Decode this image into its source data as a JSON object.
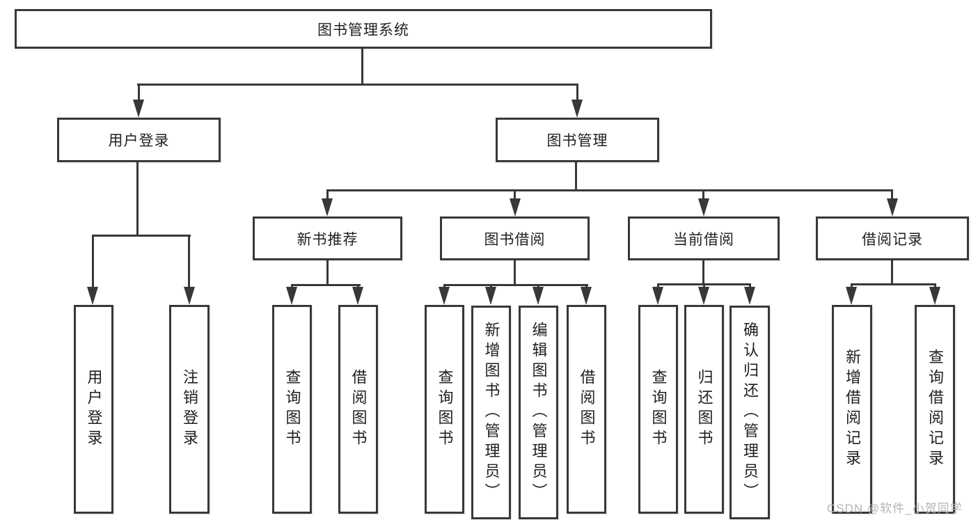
{
  "tree": {
    "root": {
      "label": "图书管理系统"
    },
    "branches": [
      {
        "label": "用户登录",
        "children": [
          {
            "label": "用户登录"
          },
          {
            "label": "注销登录"
          }
        ]
      },
      {
        "label": "图书管理",
        "children": [
          {
            "label": "新书推荐",
            "children": [
              {
                "label": "查询图书"
              },
              {
                "label": "借阅图书"
              }
            ]
          },
          {
            "label": "图书借阅",
            "children": [
              {
                "label": "查询图书"
              },
              {
                "label": "新增图书（管理员）"
              },
              {
                "label": "编辑图书（管理员）"
              },
              {
                "label": "借阅图书"
              }
            ]
          },
          {
            "label": "当前借阅",
            "children": [
              {
                "label": "查询图书"
              },
              {
                "label": "归还图书"
              },
              {
                "label": "确认归还（管理员）"
              }
            ]
          },
          {
            "label": "借阅记录",
            "children": [
              {
                "label": "新增借阅记录"
              },
              {
                "label": "查询借阅记录"
              }
            ]
          }
        ]
      }
    ]
  },
  "watermark": "CSDN @软件_小贺同学",
  "colors": {
    "line": "#383838",
    "box_fill": "#ffffff",
    "text": "#1f1f1f",
    "watermark": "#b4b4b4"
  }
}
